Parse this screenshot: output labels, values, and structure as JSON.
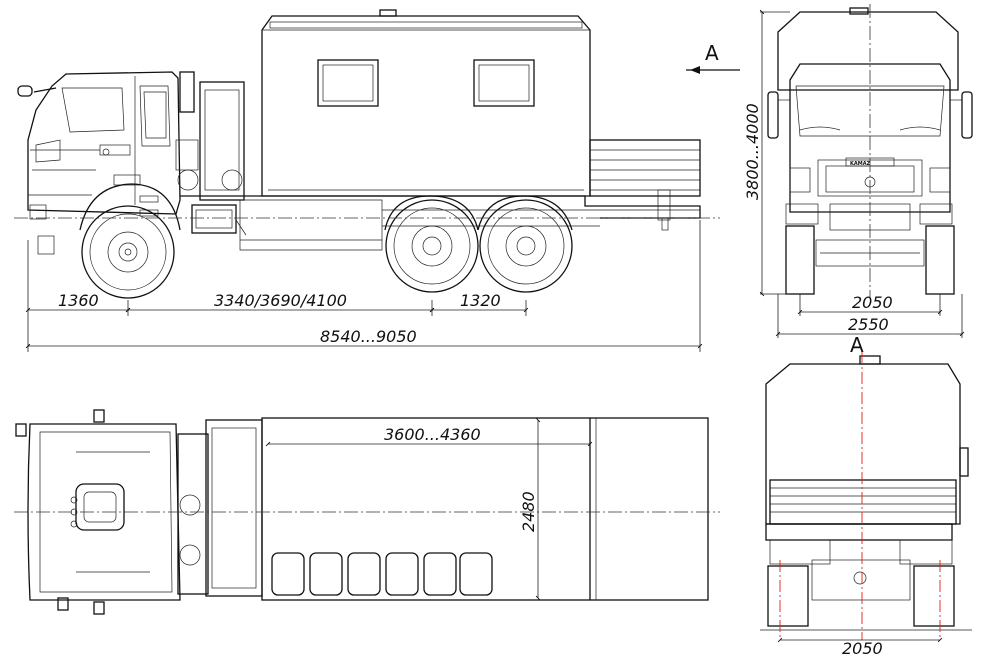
{
  "dimensions": {
    "front_overhang": "1360",
    "wheelbase": "3340/3690/4100",
    "rear_axle_spacing": "1320",
    "overall_length": "8540...9050",
    "height": "3800...4000",
    "track_front": "2050",
    "overall_width": "2550",
    "body_length": "3600...4360",
    "body_width": "2480",
    "track_rear": "2050"
  },
  "section_marks": {
    "side": "A",
    "rear": "A"
  },
  "brand_mark": "KAMAZ"
}
